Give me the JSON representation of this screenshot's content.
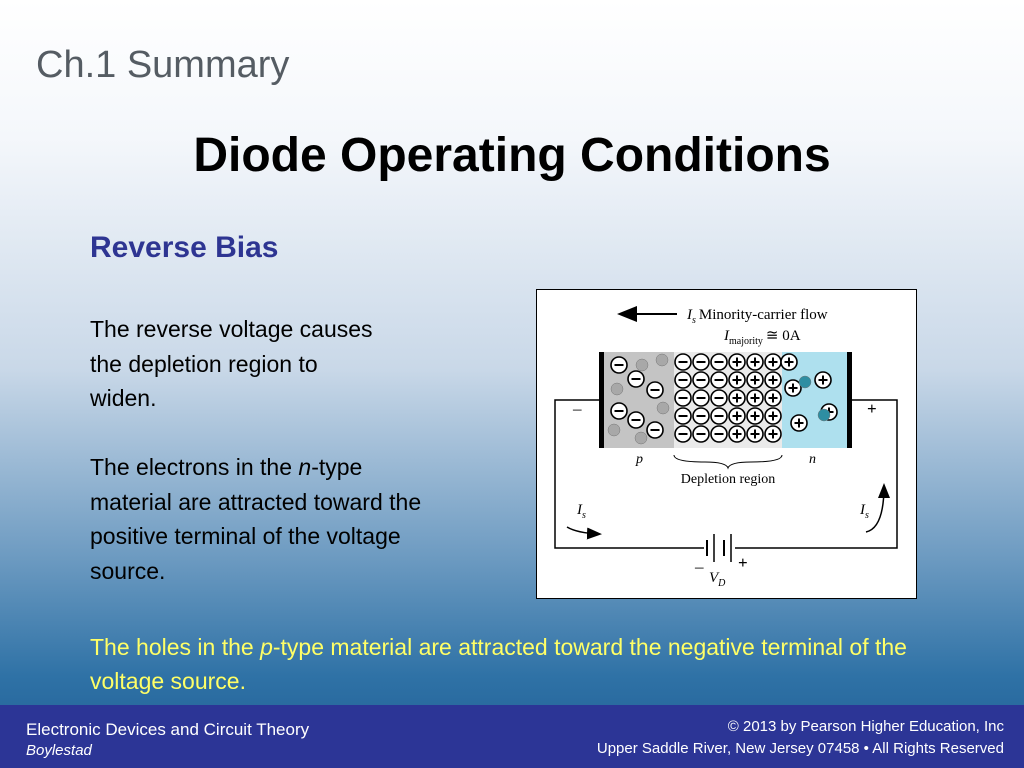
{
  "header": {
    "chapter": "Ch.1 Summary",
    "title": "Diode Operating Conditions"
  },
  "content": {
    "subheading": "Reverse Bias",
    "paragraph1": "The reverse voltage causes the depletion region to widen.",
    "paragraph2": {
      "before": "The electrons in the ",
      "italic": "n",
      "after": "-type material are attracted toward the positive terminal of the voltage source."
    },
    "highlight": {
      "before": "The holes in the ",
      "italic": "p",
      "after": "-type material are attracted toward the negative terminal of the voltage source."
    }
  },
  "figure": {
    "flow_label_main": "I",
    "flow_label_sub": "s",
    "flow_label_text": "Minority-carrier flow",
    "majority_main": "I",
    "majority_sub": "majority",
    "majority_text": "≅ 0A",
    "p_label": "p",
    "n_label": "n",
    "depletion_label": "Depletion region",
    "left_terminal_sign": "–",
    "right_terminal_sign": "+",
    "battery_minus": "–",
    "battery_plus": "+",
    "vd_main": "V",
    "vd_sub": "D",
    "is_main": "I",
    "is_sub": "s",
    "colors": {
      "p_region": "#c4c4c4",
      "depletion": "#eaeaea",
      "n_region": "#aee0ee",
      "hole_dot": "#a8a8a8",
      "electron_dot": "#2e8ea2"
    }
  },
  "footer": {
    "left_title": "Electronic Devices and Circuit Theory",
    "left_author": "Boylestad",
    "right_line1": "© 2013 by Pearson Higher Education, Inc",
    "right_line2": "Upper Saddle River, New Jersey 07458 • All Rights Reserved"
  }
}
